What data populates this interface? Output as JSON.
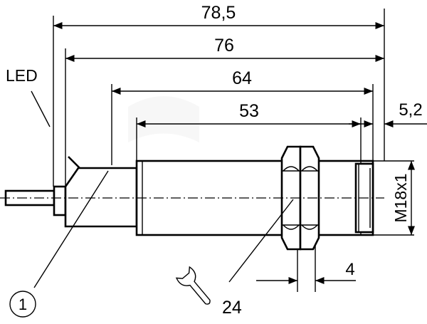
{
  "labels": {
    "led": "LED",
    "dim_overall": "78,5",
    "dim_76": "76",
    "dim_64": "64",
    "dim_53": "53",
    "dim_end": "5,2",
    "thread": "M18x1",
    "dim_nut": "4",
    "wrench_size": "24",
    "callout": "1"
  },
  "icons": {
    "wrench": "wrench-icon"
  },
  "colors": {
    "line": "#000000",
    "background": "#ffffff"
  }
}
